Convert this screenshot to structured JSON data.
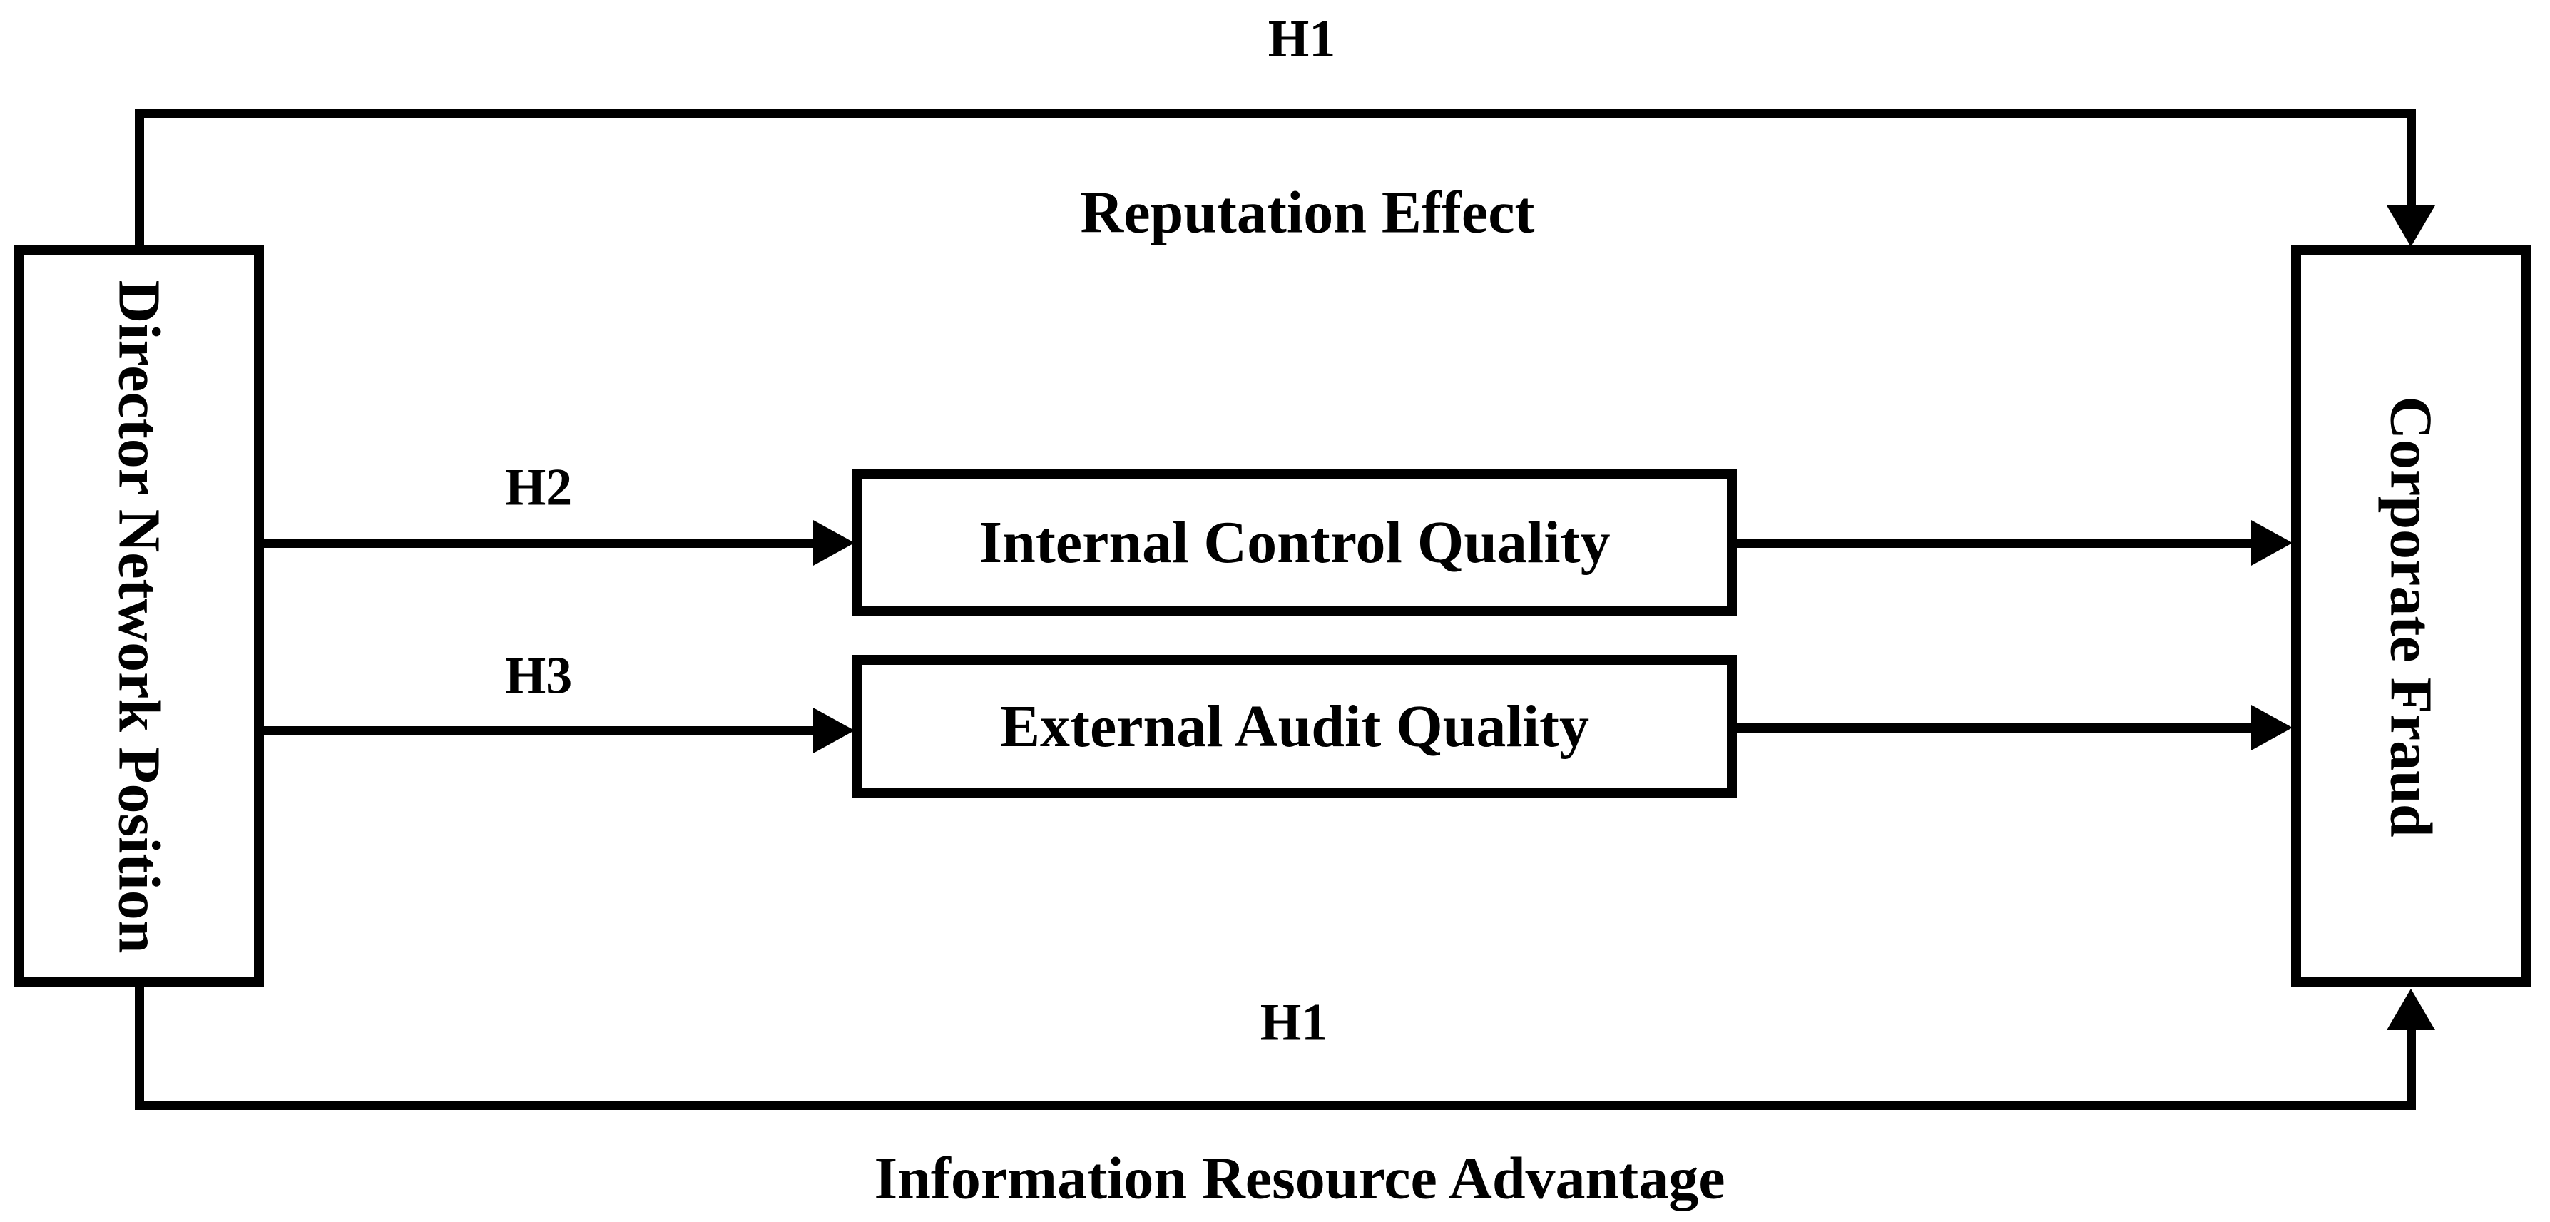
{
  "figure": {
    "type": "hypothesis-path-diagram",
    "background_color": "#ffffff",
    "ink_color": "#000000"
  },
  "nodes": {
    "director_network_position": {
      "label": "Director Network Position"
    },
    "internal_control_quality": {
      "label": "Internal Control Quality"
    },
    "external_audit_quality": {
      "label": "External Audit Quality"
    },
    "corporate_fraud": {
      "label": "Corporate Fraud"
    }
  },
  "paths": {
    "h1_top": {
      "hypothesis": "H1",
      "mechanism": "Reputation Effect"
    },
    "h2": {
      "hypothesis": "H2"
    },
    "h3": {
      "hypothesis": "H3"
    },
    "h1_bottom": {
      "hypothesis": "H1",
      "mechanism": "Information Resource Advantage"
    }
  }
}
